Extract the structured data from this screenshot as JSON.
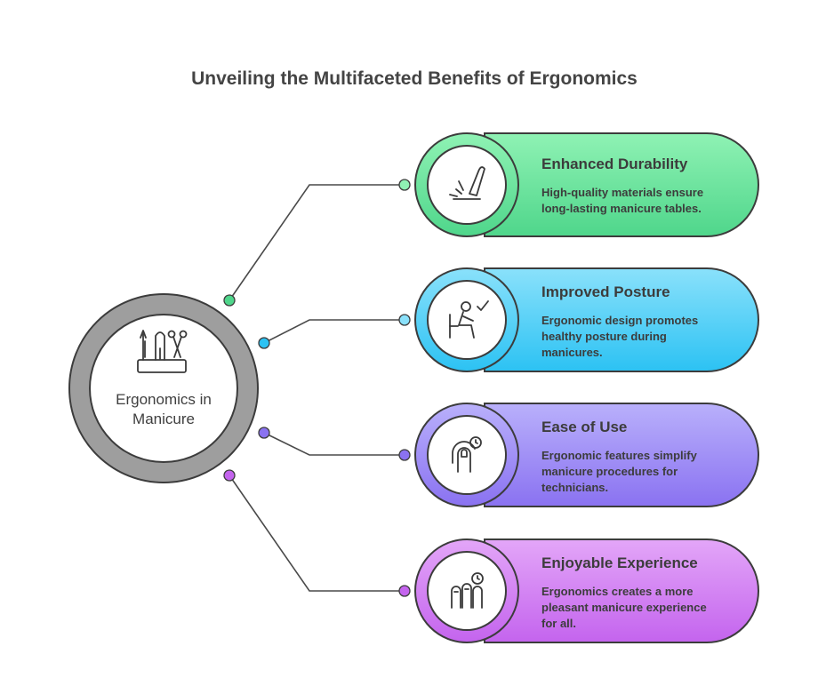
{
  "title": "Unveiling the Multifaceted Benefits of Ergonomics",
  "center": {
    "label_line1": "Ergonomics in",
    "label_line2": "Manicure",
    "icon": "manicure-tools-icon"
  },
  "items": [
    {
      "title": "Enhanced Durability",
      "desc": [
        "High-quality materials ensure",
        "long-lasting manicure tables."
      ],
      "icon": "knife-cut-icon",
      "color_top": "#8ff2b4",
      "color_bottom": "#4fd68b"
    },
    {
      "title": "Improved Posture",
      "desc": [
        "Ergonomic design promotes",
        "healthy posture during",
        "manicures."
      ],
      "icon": "seated-person-check-icon",
      "color_top": "#8ae1fb",
      "color_bottom": "#2cc2f3"
    },
    {
      "title": "Ease of Use",
      "desc": [
        "Ergonomic features simplify",
        "manicure procedures for",
        "technicians."
      ],
      "icon": "finger-clock-icon",
      "color_top": "#b9b0fb",
      "color_bottom": "#8a72f1"
    },
    {
      "title": "Enjoyable Experience",
      "desc": [
        "Ergonomics creates a more",
        "pleasant manicure experience",
        "for all."
      ],
      "icon": "fingers-clock-icon",
      "color_top": "#e3a6f8",
      "color_bottom": "#c464ee"
    }
  ]
}
